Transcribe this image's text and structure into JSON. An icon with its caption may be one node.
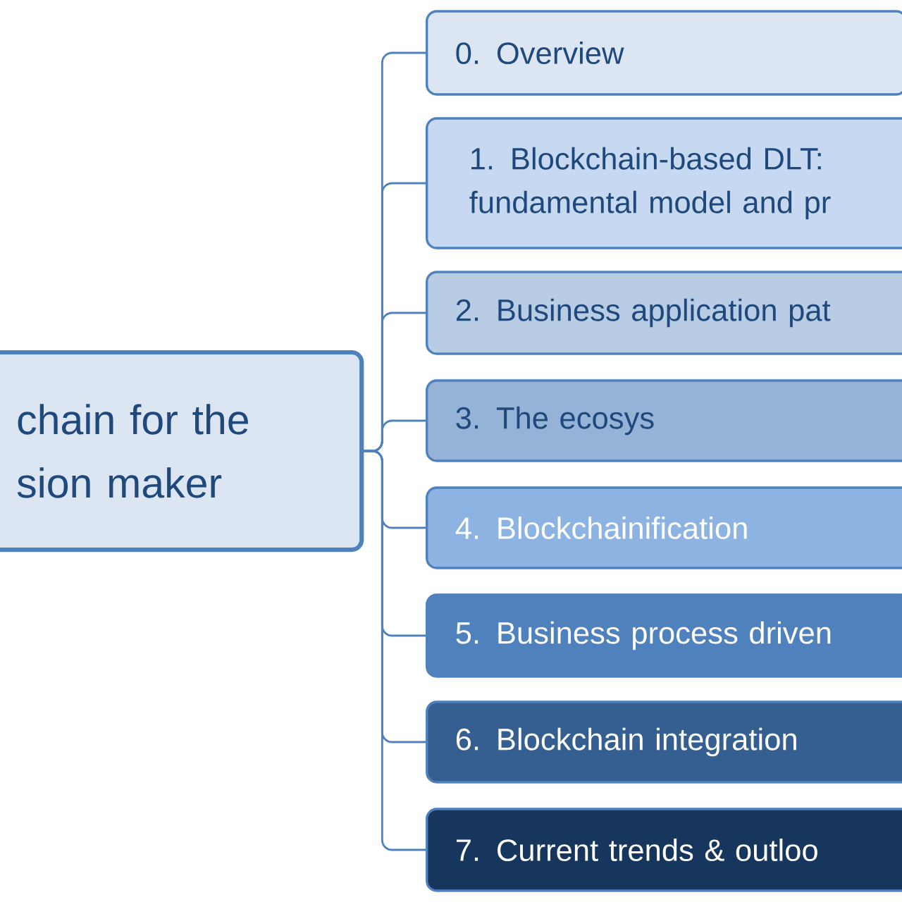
{
  "diagram": {
    "nodes": [
      {
        "text": [
          "chain for the sion maker"
        ]
      },
      {
        "text": [
          "0. Overview"
        ]
      },
      {
        "text": [
          "1. Blockchain-based DLT: fundamental model and pr"
        ]
      },
      {
        "text": [
          "2. Business application pat"
        ]
      },
      {
        "text": [
          "3. The ecosys"
        ]
      },
      {
        "text": [
          "4. Blockchainification"
        ]
      },
      {
        "text": [
          "5. Business process driven"
        ]
      },
      {
        "text": [
          "6. Blockchain integration"
        ]
      },
      {
        "text": [
          "7. Current trends & outloo"
        ]
      }
    ],
    "edges": [
      {
        "from": 0,
        "to": 1,
        "arrow": "none"
      },
      {
        "from": 0,
        "to": 2,
        "arrow": "none"
      },
      {
        "from": 0,
        "to": 3,
        "arrow": "none"
      },
      {
        "from": 0,
        "to": 4,
        "arrow": "none"
      },
      {
        "from": 0,
        "to": 5,
        "arrow": "none"
      },
      {
        "from": 0,
        "to": 6,
        "arrow": "none"
      },
      {
        "from": 0,
        "to": 7,
        "arrow": "none"
      },
      {
        "from": 0,
        "to": 8,
        "arrow": "none"
      }
    ]
  }
}
